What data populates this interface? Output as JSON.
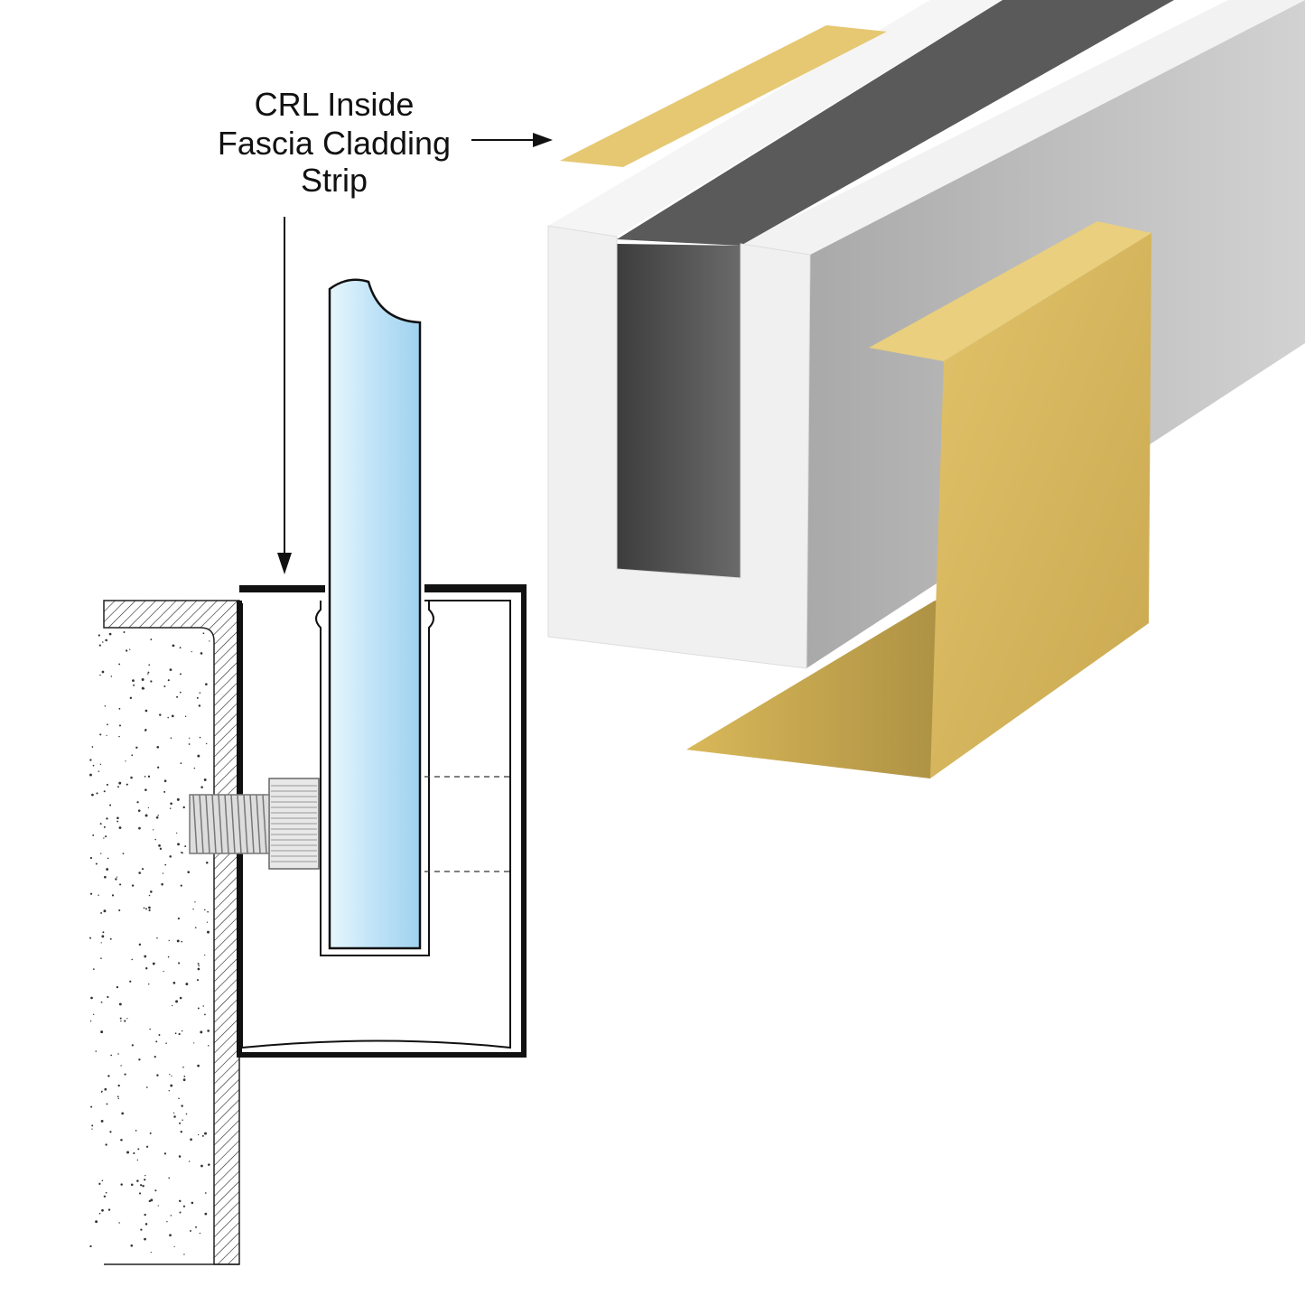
{
  "callout": {
    "line1": "CRL Inside",
    "line2": "Fascia Cladding",
    "line3": "Strip"
  },
  "colors": {
    "gold": "#D4B65E",
    "glass": "#BFE3F7",
    "aluminum": "#C8C8C8",
    "channel_interior": "#4A4A4A"
  }
}
